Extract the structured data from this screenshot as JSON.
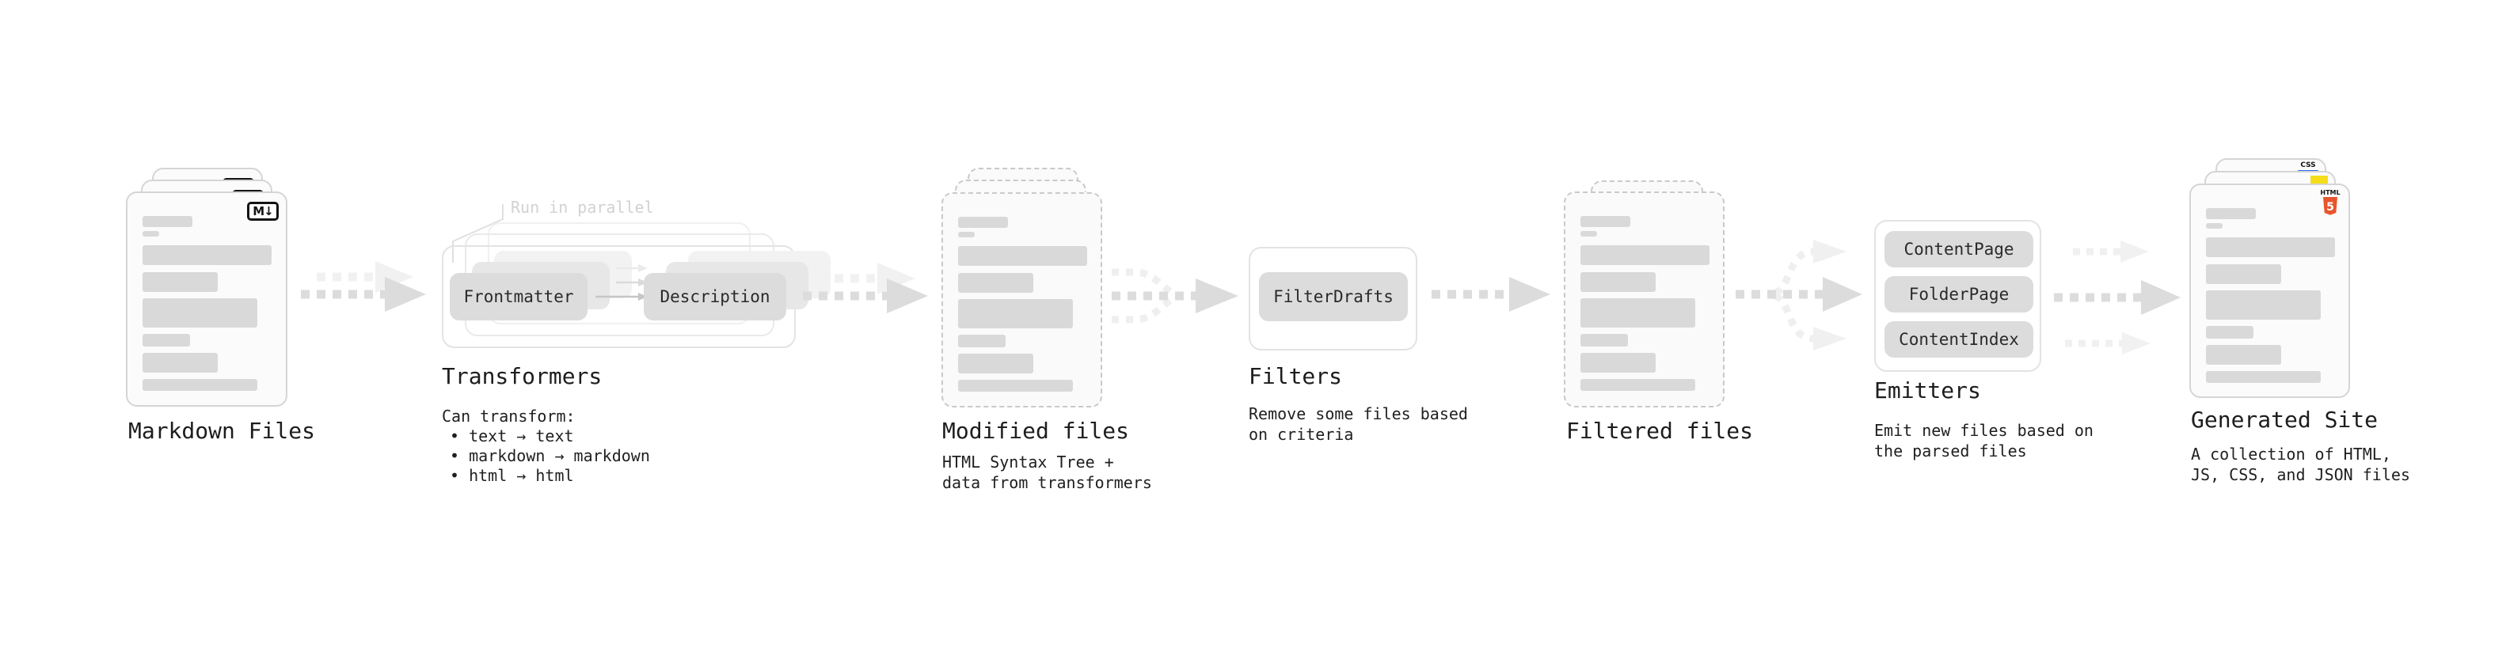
{
  "pipeline": {
    "markdown": {
      "label": "Markdown Files",
      "badge": "M↓"
    },
    "transformers": {
      "note": "Run in parallel",
      "pill_left": "Frontmatter",
      "pill_right": "Description",
      "label": "Transformers",
      "desc_heading": "Can transform:",
      "bullets": [
        "• text → text",
        "• markdown → markdown",
        "• html → html"
      ]
    },
    "modified": {
      "label": "Modified files",
      "desc_lines": [
        "HTML Syntax Tree +",
        "data from transformers"
      ]
    },
    "filters": {
      "pill": "FilterDrafts",
      "label": "Filters",
      "desc_lines": [
        "Remove some files based",
        "on criteria"
      ]
    },
    "filtered": {
      "label": "Filtered files"
    },
    "emitters": {
      "pills": [
        "ContentPage",
        "FolderPage",
        "ContentIndex"
      ],
      "label": "Emitters",
      "desc_lines": [
        "Emit new files based on",
        "the parsed files"
      ]
    },
    "generated": {
      "label": "Generated Site",
      "badge_css": "CSS",
      "badge_html_word": "HTML",
      "badge_html_number": "5",
      "desc_lines": [
        "A collection of HTML,",
        "JS, CSS, and JSON files"
      ]
    },
    "colors": {
      "html5_orange": "#e8542c",
      "js_yellow": "#f5de19",
      "css_blue": "#2f6bf2",
      "arrow_main": "#dcdcdc",
      "arrow_light": "#efefef",
      "skeleton_gray": "#d9d9d9"
    }
  }
}
